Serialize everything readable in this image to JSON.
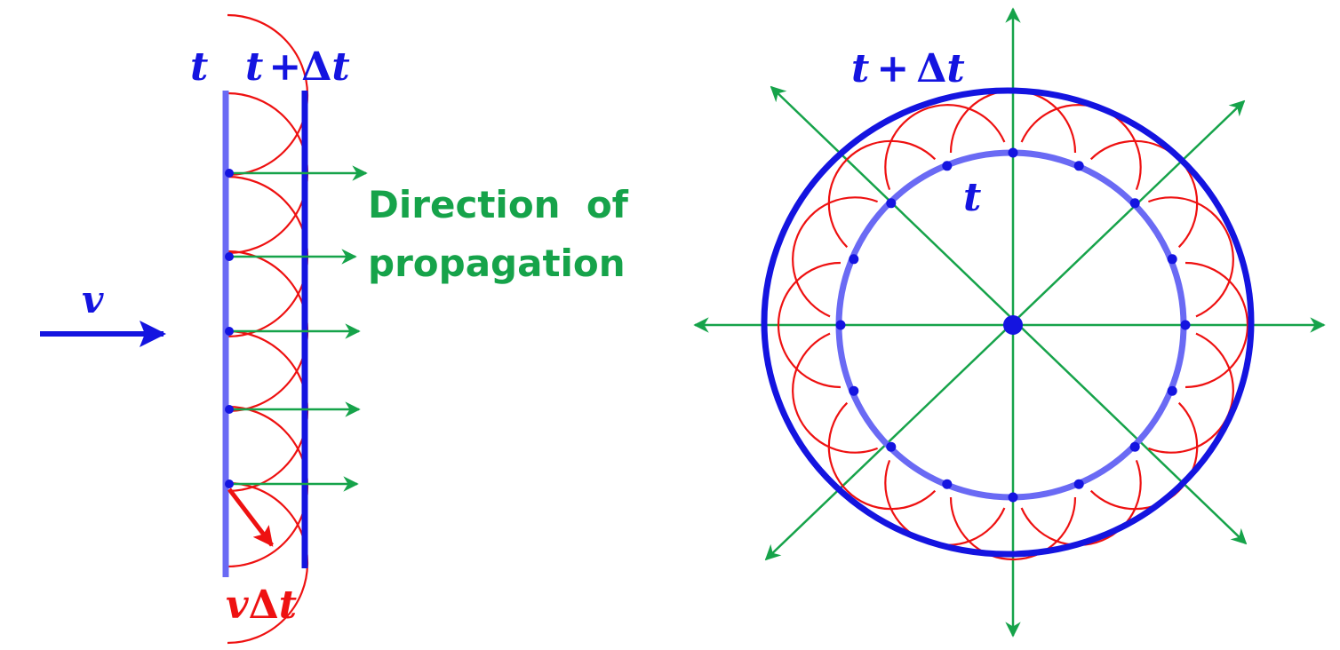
{
  "colors": {
    "wavefront_old": "#6a6af4",
    "wavefront_new": "#1414e0",
    "wavelet": "#ee1111",
    "ray": "#16a34a",
    "label_blue": "#1414e0",
    "label_red": "#ee1111",
    "label_green": "#16a34a"
  },
  "plane_wave": {
    "label_t": "t",
    "label_t_dt_t": "t",
    "label_t_dt_op": "+",
    "label_t_dt_delta": "Δ",
    "label_t_dt_t2": "t",
    "velocity_label": "v",
    "radius_label_v": "v",
    "radius_label_delta": "Δ",
    "radius_label_t": "t",
    "direction_line1": "Direction  of",
    "direction_line2": "propagation"
  },
  "spherical_wave": {
    "label_outer_t": "t",
    "label_outer_op": "+",
    "label_outer_delta": "Δ",
    "label_outer_t2": "t",
    "label_inner": "t"
  }
}
